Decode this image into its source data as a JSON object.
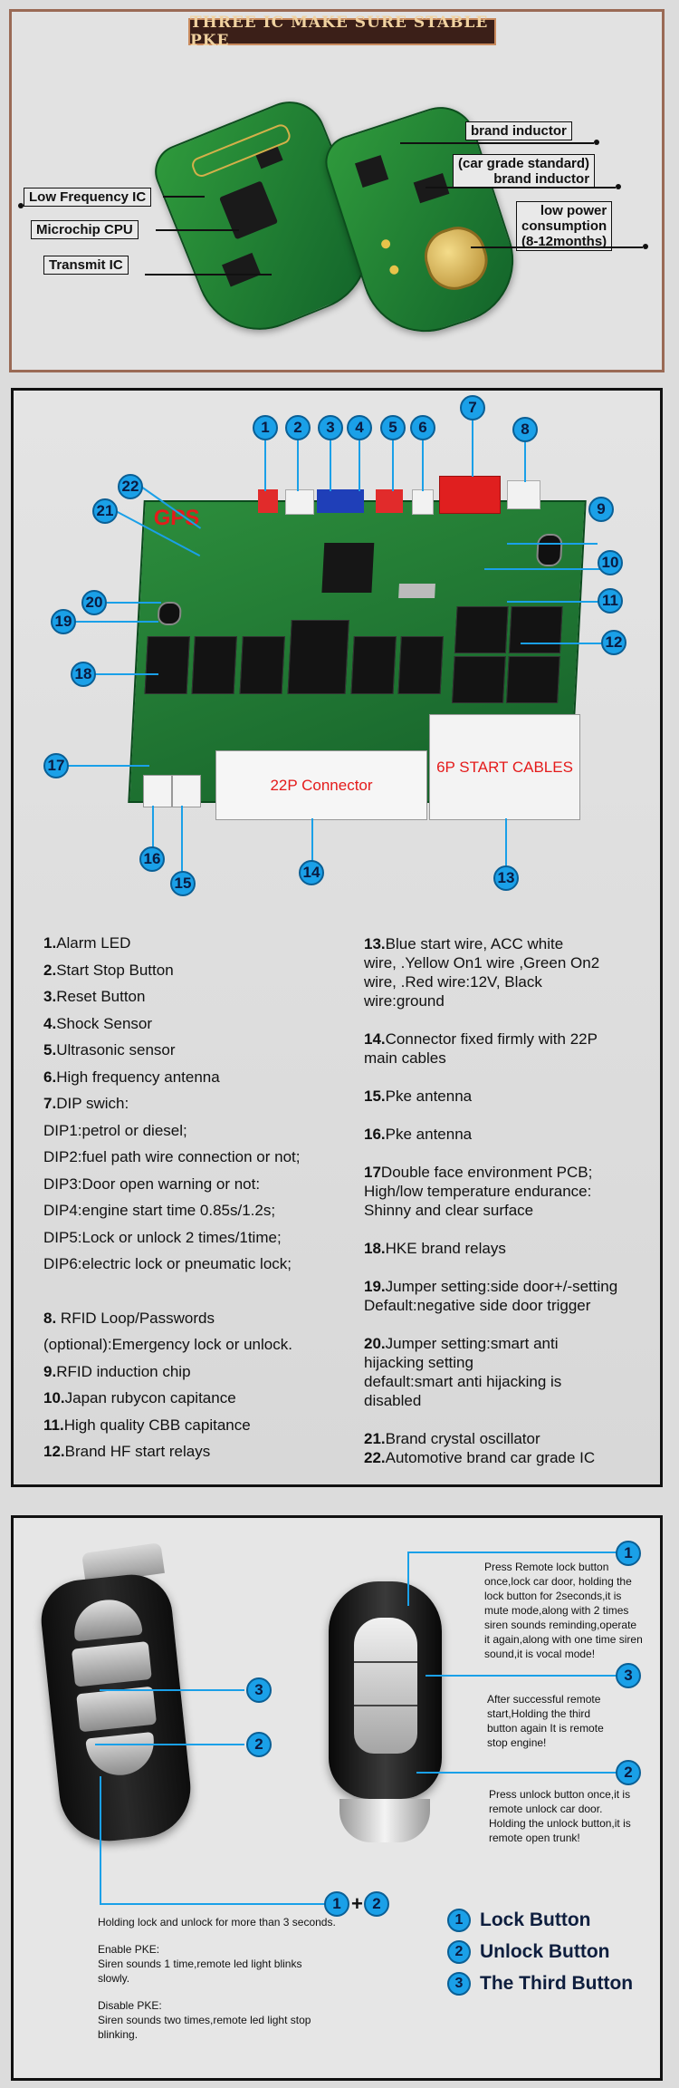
{
  "section1": {
    "banner": "THREE IC MAKE SURE STABLE PKE",
    "labels": {
      "low_freq": "Low Frequency IC",
      "microchip": "Microchip CPU",
      "transmit": "Transmit IC",
      "brand_inductor": "brand inductor",
      "car_grade_l1": "(car grade standard)",
      "car_grade_l2": "brand inductor",
      "low_power_l1": "low power",
      "low_power_l2": "consumption",
      "low_power_l3": "(8-12months)"
    }
  },
  "section2": {
    "board_labels": {
      "gps": "GPS",
      "connector": "22P Connector",
      "start_cables": "6P START CABLES"
    },
    "callouts": [
      "1",
      "2",
      "3",
      "4",
      "5",
      "6",
      "7",
      "8",
      "9",
      "10",
      "11",
      "12",
      "13",
      "14",
      "15",
      "16",
      "17",
      "18",
      "19",
      "20",
      "21",
      "22"
    ],
    "left_list": [
      {
        "n": "1.",
        "t": "Alarm LED"
      },
      {
        "n": "2.",
        "t": "Start Stop Button"
      },
      {
        "n": "3.",
        "t": "Reset Button"
      },
      {
        "n": "4.",
        "t": "Shock Sensor"
      },
      {
        "n": "5.",
        "t": "Ultrasonic sensor"
      },
      {
        "n": "6.",
        "t": "High frequency antenna"
      },
      {
        "n": "7.",
        "t": "DIP swich:"
      }
    ],
    "dip": [
      "DIP1:petrol or diesel;",
      "DIP2:fuel path wire connection or not;",
      "DIP3:Door open warning or not:",
      "DIP4:engine start time 0.85s/1.2s;",
      "DIP5:Lock or unlock 2 times/1time;",
      "DIP6:electric lock or pneumatic lock;"
    ],
    "left_list2": {
      "item8_n": "8.",
      "item8_l1": "RFID Loop/Passwords",
      "item8_l2": "(optional):Emergency lock or unlock.",
      "items": [
        {
          "n": "9.",
          "t": "RFID induction chip"
        },
        {
          "n": "10.",
          "t": "Japan rubycon capitance"
        },
        {
          "n": "11.",
          "t": "High quality CBB capitance"
        },
        {
          "n": "12.",
          "t": "Brand HF start relays"
        }
      ]
    },
    "right_list": {
      "i13_n": "13.",
      "i13_l1": "Blue start wire, ACC white",
      "i13_l2": "wire, .Yellow On1 wire ,Green On2",
      "i13_l3": "wire,  .Red wire:12V, Black",
      "i13_l4": "wire:ground",
      "i14_n": "14.",
      "i14_l1": "Connector fixed firmly with 22P",
      "i14_l2": "main cables",
      "i15_n": "15.",
      "i15_t": "Pke antenna",
      "i16_n": "16.",
      "i16_t": "Pke antenna",
      "i17_n": "17",
      "i17_l1": "Double face environment PCB;",
      "i17_l2": "High/low temperature endurance:",
      "i17_l3": "Shinny and clear surface",
      "i18_n": "18.",
      "i18_t": "HKE brand relays",
      "i19_n": "19.",
      "i19_l1": "Jumper setting:side door+/-setting",
      "i19_l2": " Default:negative side door trigger",
      "i20_n": "20.",
      "i20_l1": "Jumper setting:smart anti",
      "i20_l2": "hijacking setting",
      "i20_l3": "default:smart anti hijacking is",
      "i20_l4": "disabled",
      "i21_n": "21.",
      "i21_t": "Brand crystal oscillator",
      "i22_n": "22.",
      "i22_t": "Automotive brand car grade IC"
    }
  },
  "section3": {
    "note1": [
      "Press Remote lock button",
      "once,lock car door, holding the",
      "lock button for 2seconds,it is",
      "mute mode,along with 2 times",
      "siren sounds reminding,operate",
      "it again,along with one time siren",
      "sound,it is vocal mode!"
    ],
    "note3": [
      "After successful remote",
      "start,Holding the third",
      "button again It is remote",
      "stop engine!"
    ],
    "note2": [
      "Press unlock button once,it is",
      "remote unlock car door.",
      "Holding the unlock button,it is",
      "remote open trunk!"
    ],
    "combo_plus": "+",
    "bottom_note": {
      "l1": "Holding lock and unlock for more than 3 seconds.",
      "enable_title": "Enable PKE:",
      "enable_l1": "Siren sounds 1 time,remote led light blinks",
      "enable_l2": "slowly.",
      "disable_title": "Disable PKE:",
      "disable_l1": "Siren sounds two times,remote led light stop",
      "disable_l2": "blinking."
    },
    "legend": [
      {
        "n": "1",
        "t": "Lock Button"
      },
      {
        "n": "2",
        "t": "Unlock Button"
      },
      {
        "n": "3",
        "t": "The Third Button"
      }
    ],
    "colors": {
      "accent": "#1aa0e8",
      "banner_bg": "#3b1f18",
      "frame_brown": "#9a6a55"
    }
  }
}
